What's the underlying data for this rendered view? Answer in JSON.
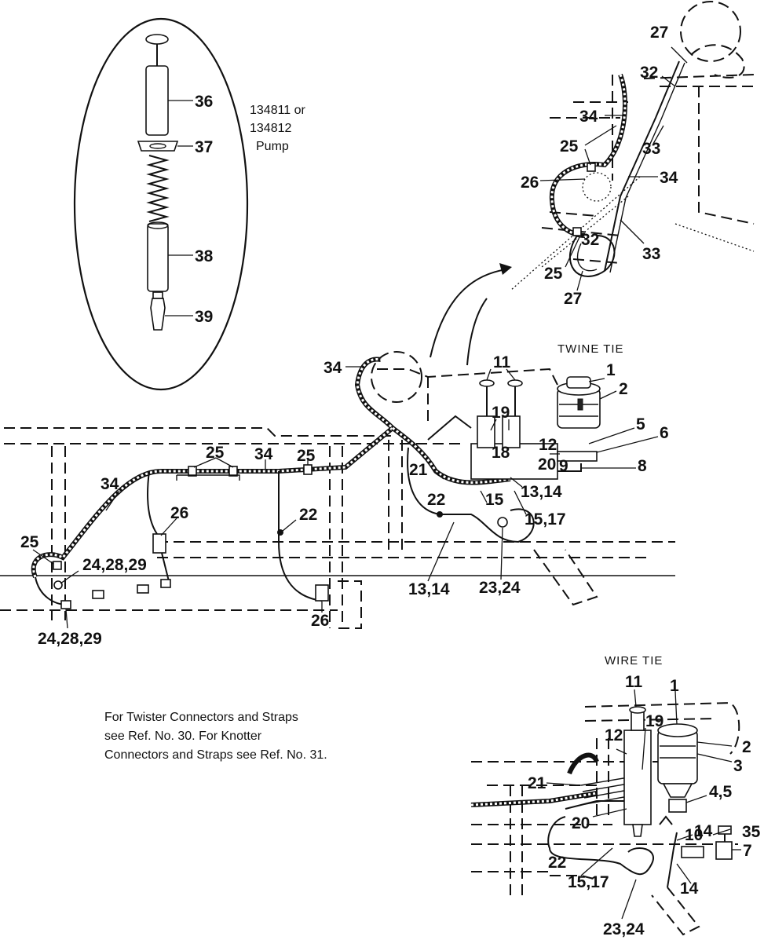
{
  "pump_callout": {
    "line1": "134811 or",
    "line2": "134812",
    "line3": "Pump"
  },
  "headings": {
    "twine_tie": "TWINE TIE",
    "wire_tie": "WIRE TIE"
  },
  "note": {
    "line1": "For Twister Connectors and Straps",
    "line2": "see Ref. No. 30.  For Knotter",
    "line3": "Connectors and Straps see Ref. No. 31."
  },
  "pump_labels": [
    "36",
    "37",
    "38",
    "39"
  ],
  "detail_labels": [
    "27",
    "32",
    "34",
    "25",
    "33",
    "26",
    "34",
    "32",
    "33",
    "25",
    "27"
  ],
  "twine_labels": [
    "34",
    "11",
    "1",
    "2",
    "19",
    "5",
    "6",
    "12",
    "18",
    "20",
    "9",
    "8",
    "21",
    "13,14",
    "22",
    "15",
    "15,17",
    "25",
    "34",
    "25",
    "34",
    "26",
    "22",
    "25",
    "24,28,29",
    "26",
    "24,28,29",
    "13,14",
    "23,24"
  ],
  "wire_labels": [
    "11",
    "1",
    "19",
    "12",
    "2",
    "3",
    "21",
    "4,5",
    "20",
    "14",
    "35",
    "10",
    "7",
    "22",
    "15,17",
    "14",
    "23,24"
  ]
}
